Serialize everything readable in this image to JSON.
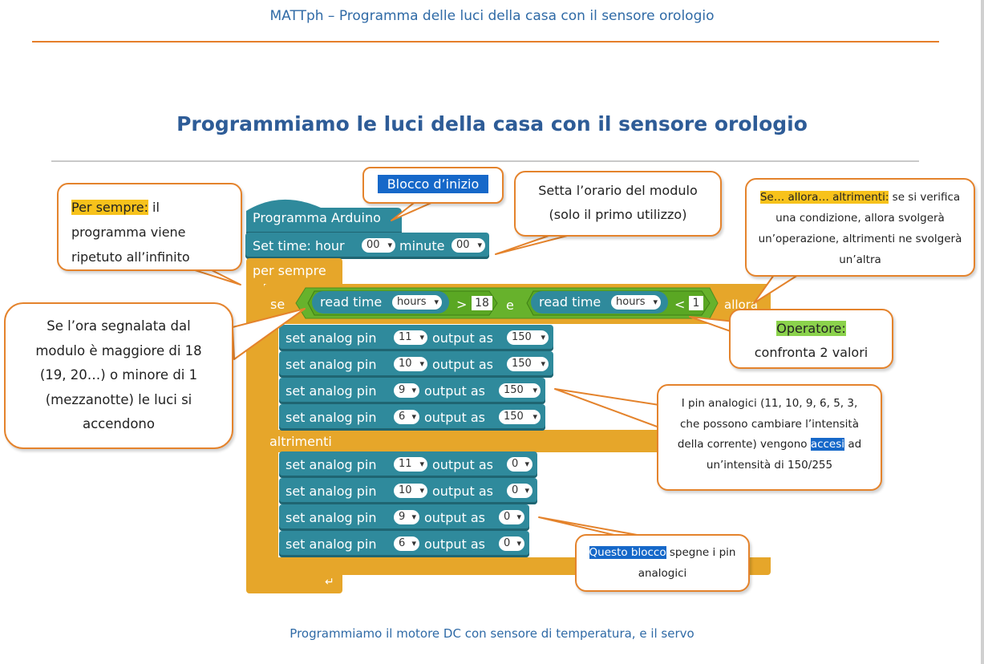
{
  "header": {
    "title": "MATTph – Programma delle luci della casa con il sensore orologio"
  },
  "page": {
    "title": "Programmiamo le luci della casa con il sensore orologio"
  },
  "footer": {
    "link": "Programmiamo il motore DC con sensore di temperatura, e il servo"
  },
  "blocks": {
    "program": "Programma Arduino",
    "set_time": {
      "label": "Set time: hour",
      "hour": "00",
      "minute_label": "minute",
      "minute": "00"
    },
    "forever": "per sempre",
    "if_label": "se",
    "cond1": {
      "label": "read time",
      "unit": "hours",
      "op": ">",
      "value": "18"
    },
    "and_label": "e",
    "cond2": {
      "label": "read time",
      "unit": "hours",
      "op": "<",
      "value": "1"
    },
    "then_label": "allora",
    "else_label": "altrimenti",
    "pin_prefix": "set analog pin",
    "pin_suffix": "output as",
    "then_pins": [
      {
        "pin": "11",
        "value": "150"
      },
      {
        "pin": "10",
        "value": "150"
      },
      {
        "pin": "9",
        "value": "150"
      },
      {
        "pin": "6",
        "value": "150"
      }
    ],
    "else_pins": [
      {
        "pin": "11",
        "value": "0"
      },
      {
        "pin": "10",
        "value": "0"
      },
      {
        "pin": "9",
        "value": "0"
      },
      {
        "pin": "6",
        "value": "0"
      }
    ]
  },
  "callouts": {
    "forever": {
      "highlight": "Per sempre:",
      "rest": " il programma viene ripetuto all’infinito"
    },
    "start": {
      "text": "Blocco d’inizio"
    },
    "settime": {
      "line1": "Setta l’orario del modulo",
      "line2": "(solo il primo utilizzo)"
    },
    "ifelse": {
      "highlight": "Se… allora… altrimenti:",
      "rest": " se si verifica una condizione, allora svolgerà un’operazione, altrimenti ne svolgerà un’altra"
    },
    "condition": {
      "text": "Se l’ora segnalata dal modulo è maggiore di 18 (19, 20…) o minore di 1 (mezzanotte) le luci si accendono"
    },
    "operator": {
      "highlight": "Operatore:",
      "line2": "confronta 2 valori"
    },
    "pins": {
      "part1": "I pin analogici (11, 10, 9, 6, 5, 3, che possono cambiare l’intensità della corrente) vengono ",
      "highlight": "accesi",
      "part2": " ad un’intensità di 150/255"
    },
    "off": {
      "highlight": "Questo blocco",
      "rest": " spegne i pin analogici"
    }
  },
  "colors": {
    "orange": "#e6a62a",
    "blue": "#2f8a9c",
    "green": "#67b22c",
    "accent": "#e4832c",
    "title": "#2e5c97"
  }
}
